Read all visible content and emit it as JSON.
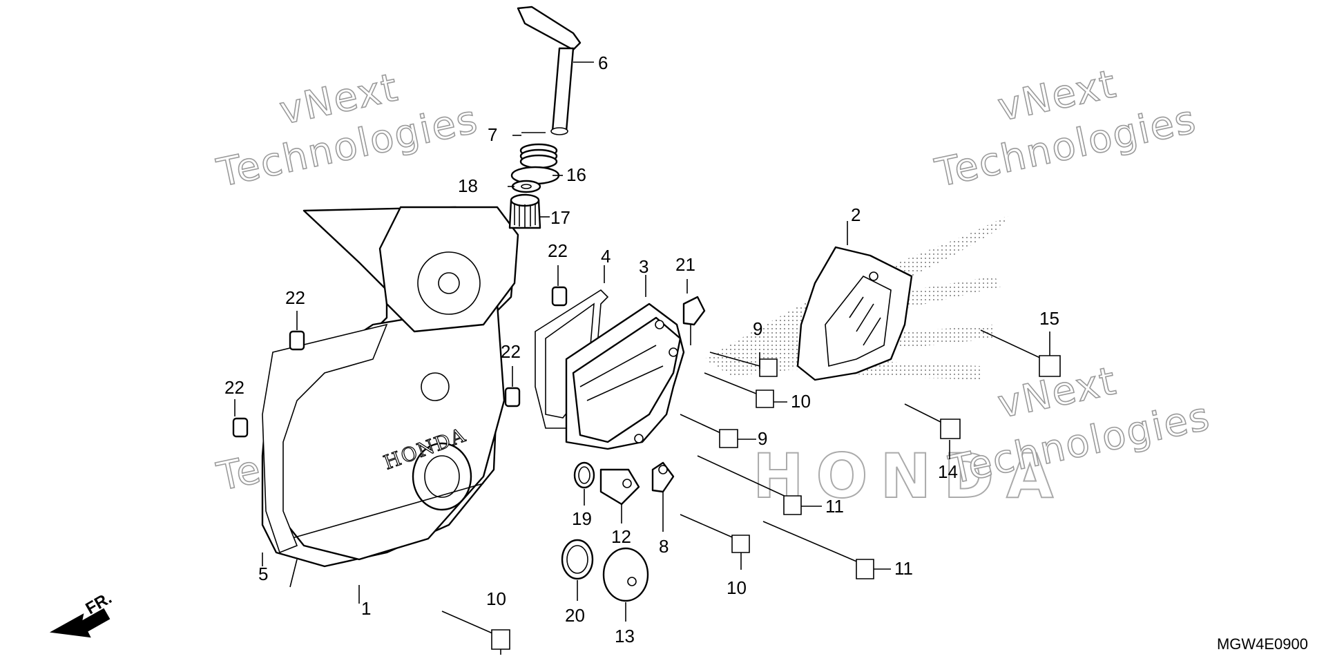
{
  "diagram_code": "MGW4E0900",
  "front_indicator": "FR.",
  "cover_logo": "HONDA",
  "background_logo": "HONDA",
  "watermark": {
    "line1": "vNext",
    "line2": "Technologies"
  },
  "part_labels": [
    "1",
    "2",
    "3",
    "4",
    "5",
    "6",
    "7",
    "8",
    "9",
    "9",
    "10",
    "10",
    "10",
    "11",
    "11",
    "12",
    "13",
    "14",
    "15",
    "16",
    "17",
    "18",
    "19",
    "20",
    "21",
    "22",
    "22",
    "22",
    "22"
  ]
}
